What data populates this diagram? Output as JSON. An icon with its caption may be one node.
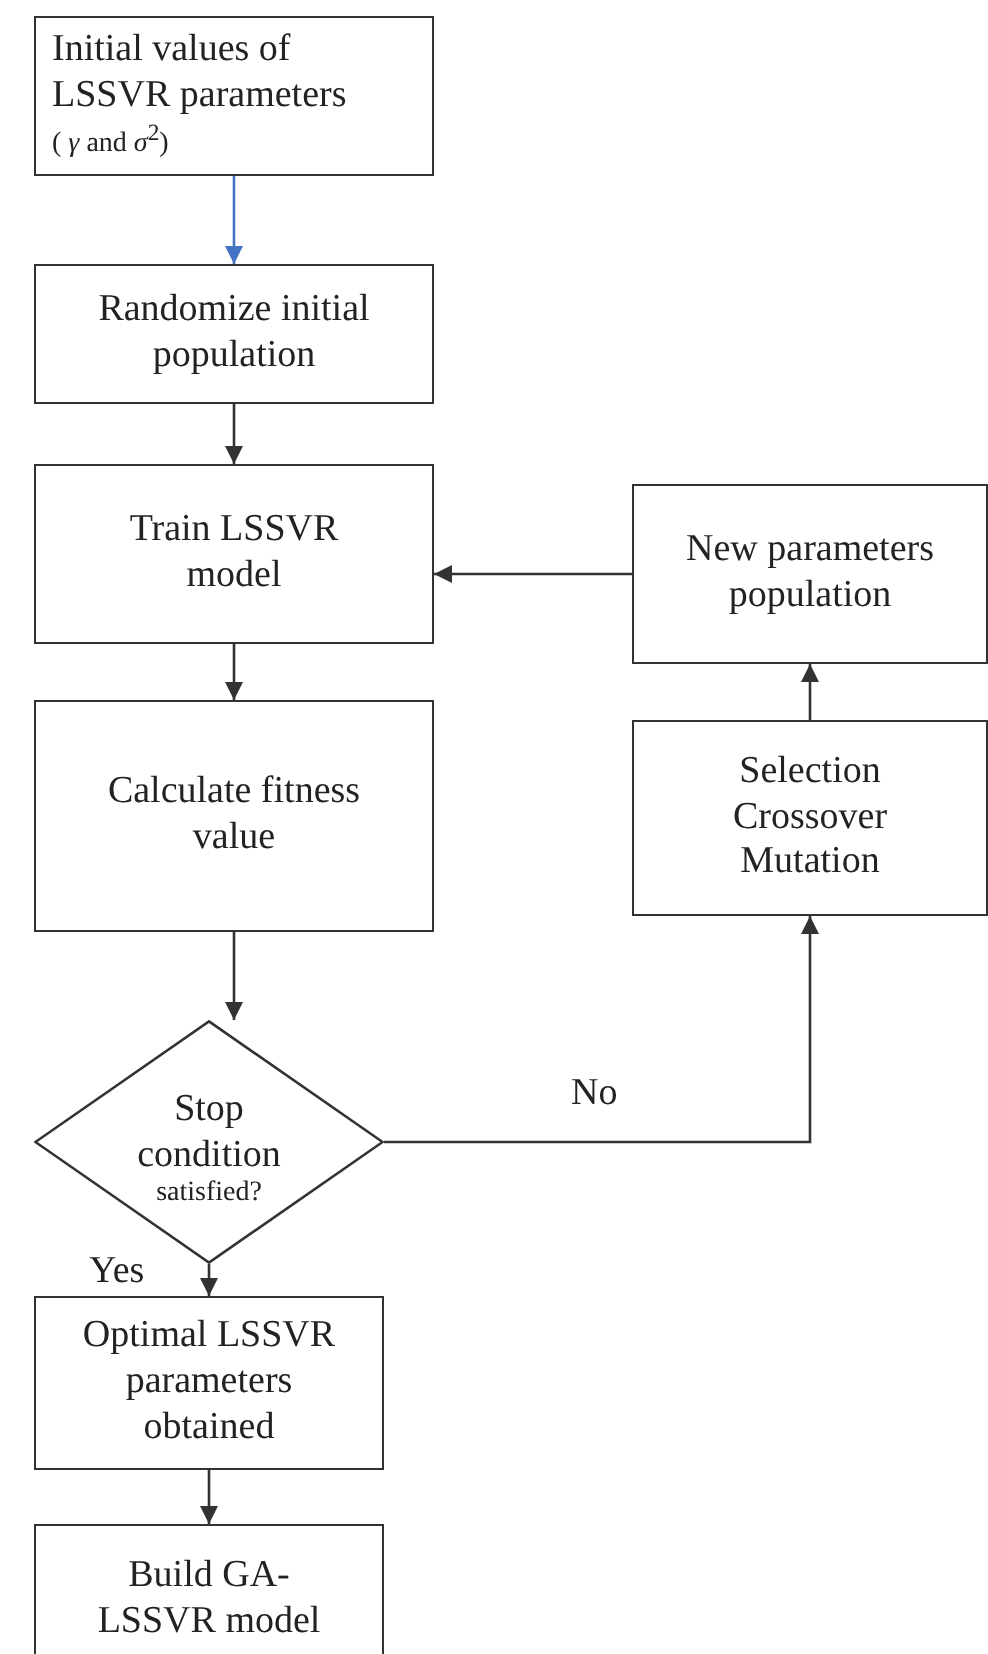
{
  "diagram": {
    "nodes": [
      {
        "text": [
          "Initial values of LSSVR parameters",
          "( *γ* and *σ*$^{2}$)"
        ]
      },
      {
        "text": [
          "Randomize initial population"
        ]
      },
      {
        "text": [
          "Train LSSVR model"
        ]
      },
      {
        "text": [
          "Calculate fitness value"
        ]
      },
      {
        "text": [
          "Stop condition",
          "satisfied?"
        ]
      },
      {
        "text": [
          "New parameters population"
        ]
      },
      {
        "text": [
          "Selection",
          "Crossover",
          "Mutation"
        ]
      },
      {
        "text": [
          "Optimal LSSVR parameters obtained"
        ]
      },
      {
        "text": [
          "Build GA-LSSVR model"
        ]
      }
    ],
    "edges": [
      {
        "from": 0,
        "to": 1,
        "arrow": "to",
        "color": "#4472c4"
      },
      {
        "from": 1,
        "to": 2,
        "arrow": "to"
      },
      {
        "from": 2,
        "to": 3,
        "arrow": "to"
      },
      {
        "from": 3,
        "to": 4,
        "arrow": "to"
      },
      {
        "from": 4,
        "to": 6,
        "arrow": "to",
        "label": "No"
      },
      {
        "from": 6,
        "to": 5,
        "arrow": "to"
      },
      {
        "from": 5,
        "to": 2,
        "arrow": "to"
      },
      {
        "from": 4,
        "to": 7,
        "arrow": "to",
        "label": "Yes"
      },
      {
        "from": 7,
        "to": 8,
        "arrow": "to"
      }
    ]
  }
}
